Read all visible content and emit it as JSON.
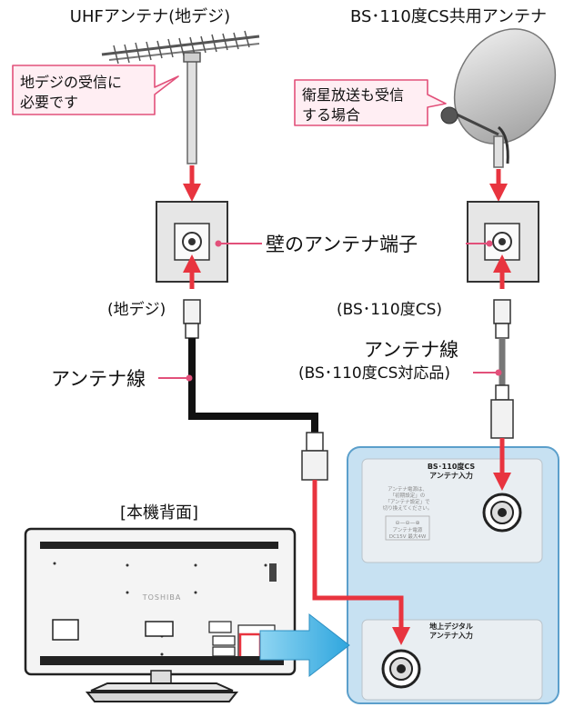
{
  "antennas": {
    "uhf_title": "UHFアンテナ(地デジ)",
    "bs_title": "BS･110度CS共用アンテナ"
  },
  "callouts": {
    "uhf_line1": "地デジの受信に",
    "uhf_line2": "必要です",
    "bs_line1": "衛星放送も受信",
    "bs_line2": "する場合"
  },
  "wall": {
    "label": "壁のアンテナ端子",
    "left_tag": "(地デジ)",
    "right_tag": "(BS･110度CS)"
  },
  "cables": {
    "left_label": "アンテナ線",
    "right_label": "アンテナ線",
    "right_sub": "(BS･110度CS対応品)"
  },
  "tv": {
    "back_label": "[本機背面]",
    "brand": "TOSHIBA"
  },
  "panel": {
    "bs_port_line1": "BS･110度CS",
    "bs_port_line2": "アンテナ入力",
    "power_note_line1": "アンテナ電源は、",
    "power_note_line2": "「初期設定」の",
    "power_note_line3": "「アンテナ設定」で",
    "power_note_line4": "切り換えてください。",
    "power_spec_line1": "アンテナ電源",
    "power_spec_line2": "DC15V 最大4W",
    "terrestrial_port_line1": "地上デジタル",
    "terrestrial_port_line2": "アンテナ入力"
  },
  "colors": {
    "arrow_red": "#e8343f",
    "callout_border": "#e2507a",
    "callout_fill": "#ffeef3",
    "panel_blue": "#c7e1f2",
    "panel_border": "#5b9fcb",
    "wall_plate": "#e6e6e6",
    "zoom_arrow": "#45b6e6"
  }
}
